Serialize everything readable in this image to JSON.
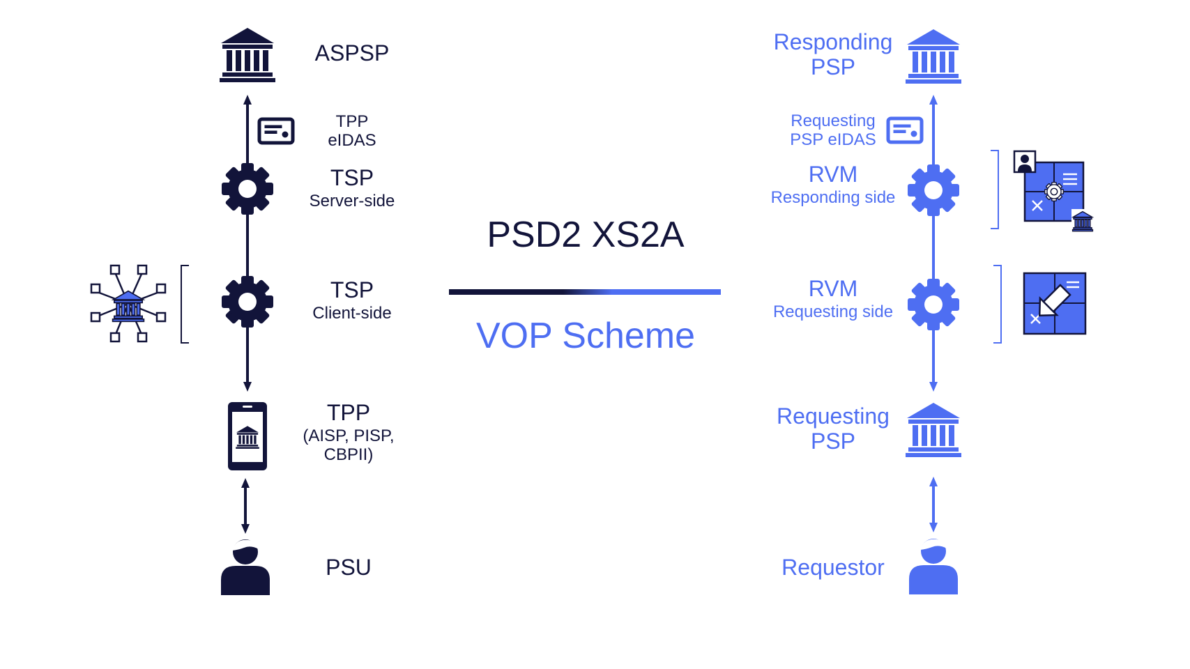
{
  "left": {
    "aspsp": "ASPSP",
    "tpp_eidas": [
      "TPP",
      "eIDAS"
    ],
    "tsp_server": {
      "title": "TSP",
      "sub": "Server-side"
    },
    "tsp_client": {
      "title": "TSP",
      "sub": "Client-side"
    },
    "tpp": [
      "TPP",
      "(AISP, PISP,",
      "CBPII)"
    ],
    "psu": "PSU"
  },
  "center": {
    "top": "PSD2 XS2A",
    "bottom": "VOP Scheme"
  },
  "right": {
    "responding_psp": [
      "Responding",
      "PSP"
    ],
    "requesting_eidas": [
      "Requesting",
      "PSP eIDAS"
    ],
    "rvm_responding": {
      "title": "RVM",
      "sub": "Responding side"
    },
    "rvm_requesting": {
      "title": "RVM",
      "sub": "Requesting side"
    },
    "requesting_psp": [
      "Requesting",
      "PSP"
    ],
    "requestor": "Requestor"
  },
  "colors": {
    "navy": "#12143a",
    "blue": "#4e6ef2"
  }
}
